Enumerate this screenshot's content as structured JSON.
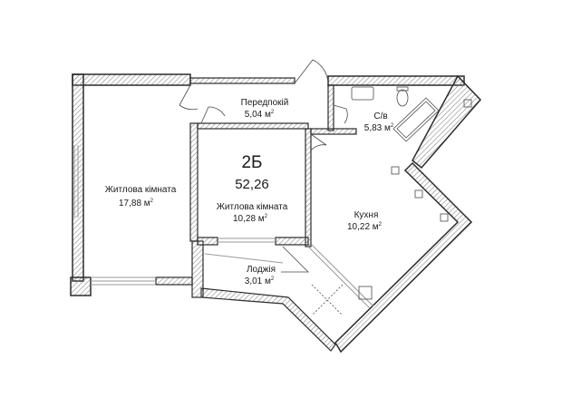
{
  "apartment": {
    "type": "2Б",
    "total_area": "52,26"
  },
  "rooms": {
    "hallway": {
      "name": "Передпокій",
      "area": "5,04 м",
      "unit_sup": "2"
    },
    "bathroom": {
      "name": "С/в",
      "area": "5,83 м",
      "unit_sup": "2"
    },
    "living_large": {
      "name": "Житлова кімната",
      "area": "17,88 м",
      "unit_sup": "2"
    },
    "living_small": {
      "name": "Житлова кімната",
      "area": "10,28 м",
      "unit_sup": "2"
    },
    "kitchen": {
      "name": "Кухня",
      "area": "10,22 м",
      "unit_sup": "2"
    },
    "loggia": {
      "name": "Лоджія",
      "area": "3,01 м",
      "unit_sup": "2"
    }
  },
  "colors": {
    "wall_outer": "#2b2b2b",
    "wall_fill": "#ffffff",
    "hatch": "#8a8a8a",
    "window": "#9a9a9a",
    "text": "#1a1a1a"
  }
}
